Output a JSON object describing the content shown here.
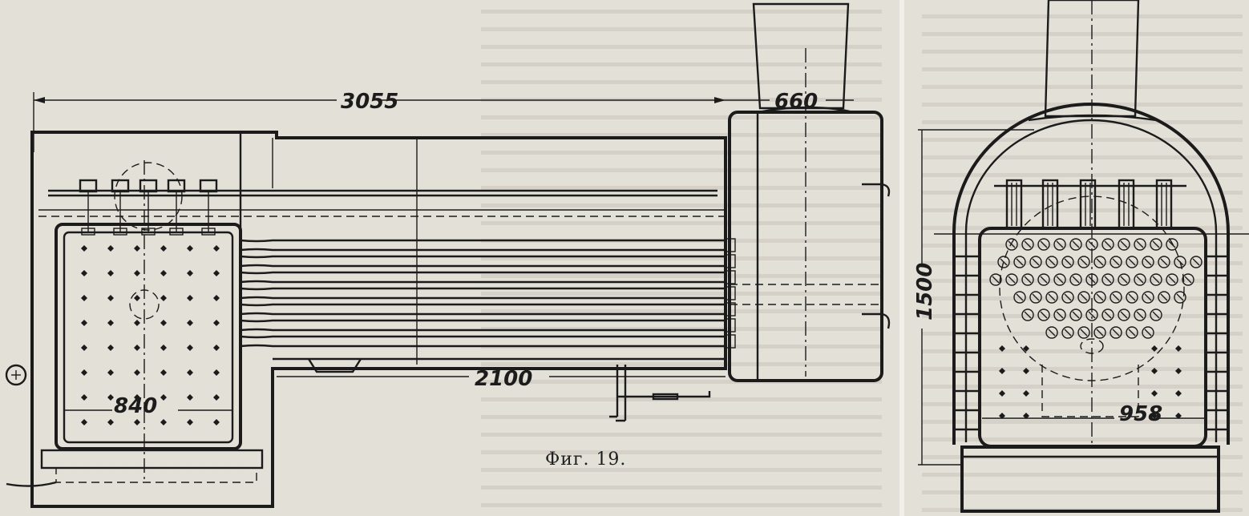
{
  "figure": {
    "caption": "Фиг. 19.",
    "dimensions": {
      "total_length": "3055",
      "chimney_box": "660",
      "tube_length": "2100",
      "firebox_width": "840",
      "height": "1500",
      "firebox_width_end": "958"
    }
  }
}
